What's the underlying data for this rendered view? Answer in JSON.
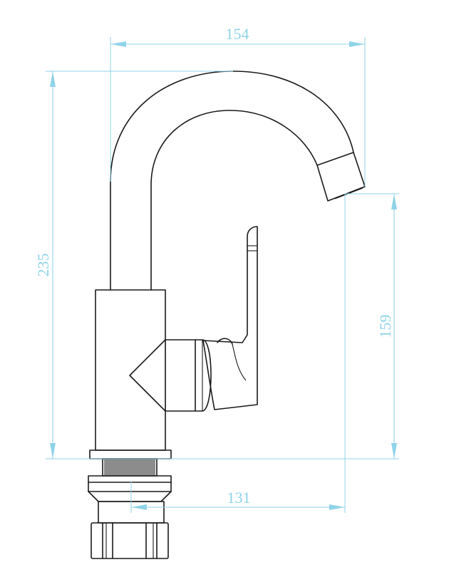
{
  "dimensions": {
    "overall_width": "154",
    "overall_height": "235",
    "spout_height": "159",
    "spout_reach": "131"
  },
  "colors": {
    "dimension": "#8fd3e8",
    "outline": "#1a1a1a",
    "background": "#ffffff"
  }
}
